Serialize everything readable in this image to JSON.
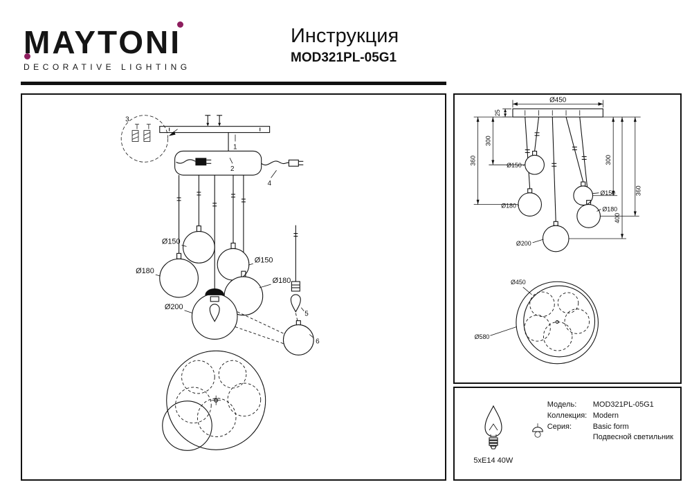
{
  "header": {
    "brand": "MAYTONI",
    "brand_sub": "DECORATIVE LIGHTING",
    "title": "Инструкция",
    "model": "MOD321PL-05G1"
  },
  "assembly": {
    "parts": {
      "n1": "1",
      "n2": "2",
      "n3": "3",
      "n4": "4",
      "n5": "5",
      "n6": "6"
    },
    "labels": {
      "sphere_150_left": "Ø150",
      "sphere_180_left": "Ø180",
      "sphere_150_right": "Ø150",
      "sphere_180_right": "Ø180",
      "sphere_200": "Ø200"
    }
  },
  "dimensions": {
    "canopy_diameter": "Ø450",
    "canopy_thickness": "25",
    "drop_left_300": "300",
    "drop_left_360": "360",
    "drop_right_300": "300",
    "drop_right_360": "360",
    "drop_right_400": "400",
    "sphere_150_left": "Ø150",
    "sphere_180_left": "Ø180",
    "sphere_150_right": "Ø150",
    "sphere_180_right": "Ø180",
    "sphere_200": "Ø200",
    "bottom_inner": "Ø450",
    "bottom_outer": "Ø580"
  },
  "spec": {
    "bulb": "5xE14 40W",
    "model_label": "Модель:",
    "model_value": "MOD321PL-05G1",
    "collection_label": "Коллекция:",
    "collection_value": "Modern",
    "series_label": "Серия:",
    "series_value_line1": "Basic form",
    "series_value_line2": "Подвесной светильник"
  },
  "colors": {
    "accent": "#8d1e5e",
    "line": "#111111"
  }
}
